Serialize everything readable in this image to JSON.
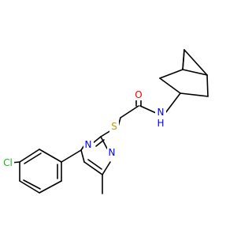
{
  "molecule": {
    "atoms": {
      "oxygen": {
        "symbol": "O",
        "color": "#ff0000"
      },
      "nitrogen": {
        "symbol": "N",
        "color": "#0000ff"
      },
      "nh_h": {
        "symbol": "H",
        "color": "#0000ff"
      },
      "sulfur": {
        "symbol": "S",
        "color": "#b8a000"
      },
      "n_ring_a": {
        "symbol": "N",
        "color": "#0000ff"
      },
      "n_ring_b": {
        "symbol": "N",
        "color": "#0000ff"
      },
      "chlorine": {
        "symbol": "Cl",
        "color": "#20b020"
      }
    },
    "bond_color": "#000000"
  }
}
